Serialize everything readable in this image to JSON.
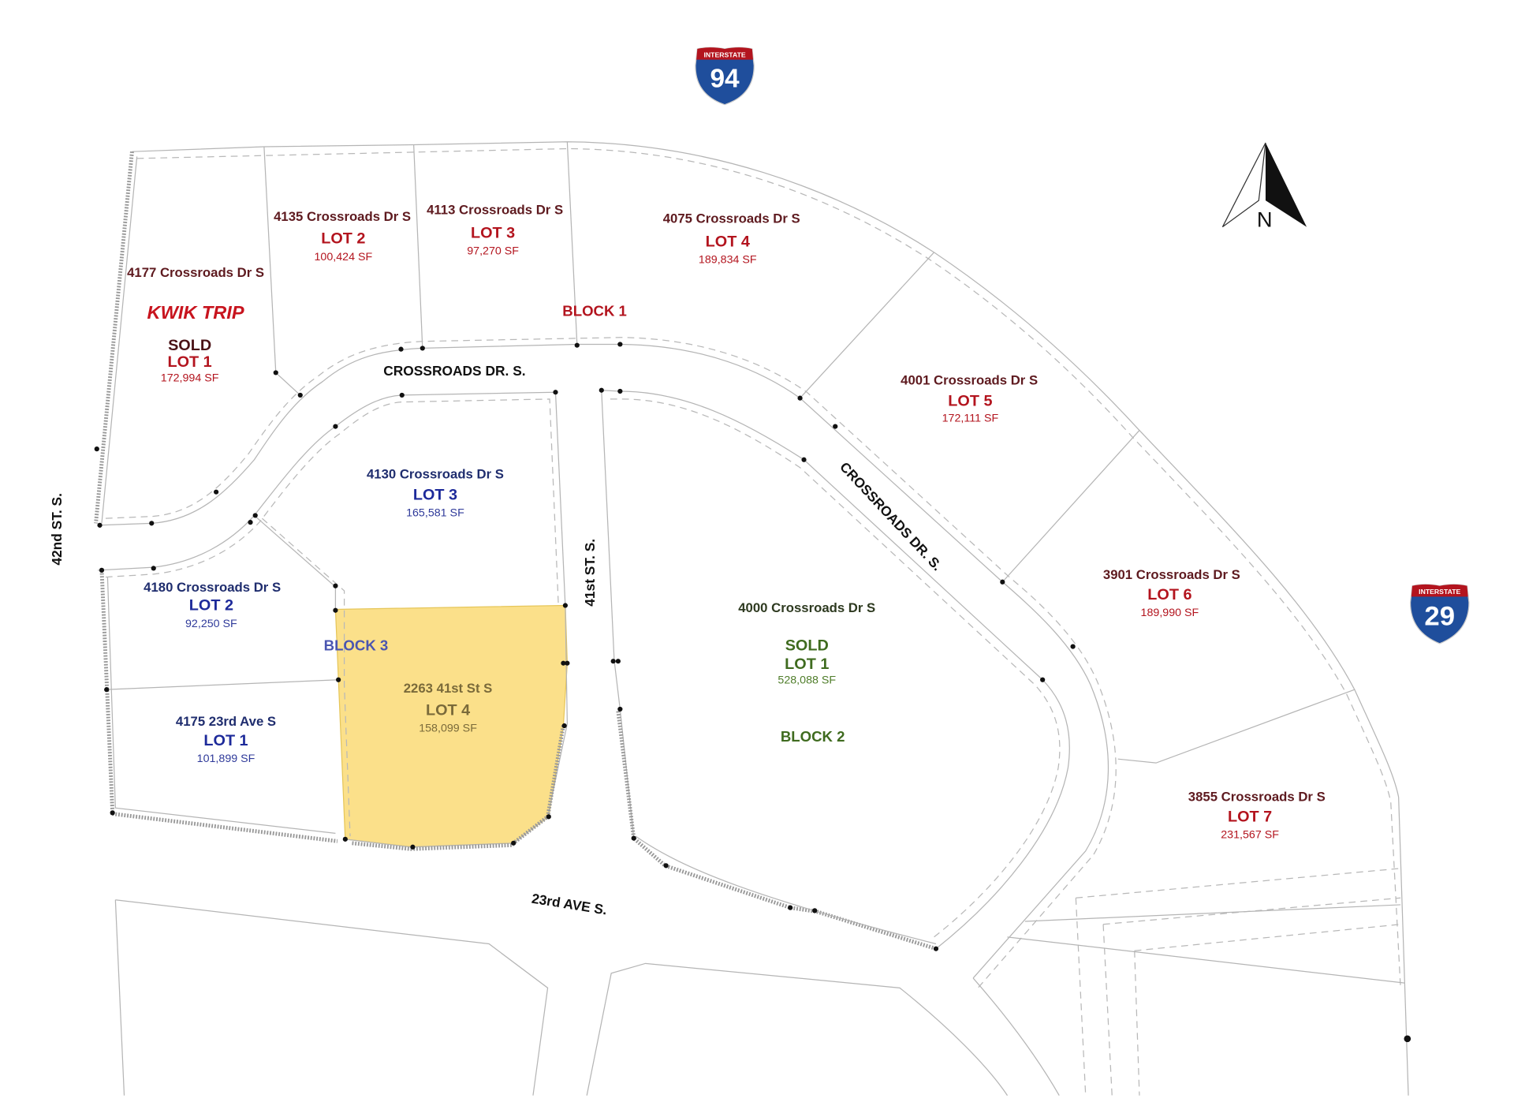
{
  "colors": {
    "block1": "#b3141e",
    "block2": "#3f6b1f",
    "block3": "#1d2a9a",
    "highlight": "#fbe08a",
    "interstate_red": "#b3141e",
    "interstate_blue": "#1f4e9c"
  },
  "shields": {
    "i94": {
      "top": "INTERSTATE",
      "number": "94"
    },
    "i29": {
      "top": "INTERSTATE",
      "number": "29"
    }
  },
  "north_arrow": {
    "label": "N"
  },
  "streets": {
    "crossroads_north": "CROSSROADS DR. S.",
    "crossroads_diag": "CROSSROADS DR. S.",
    "st41": "41st ST. S.",
    "st42": "42nd ST. S.",
    "ave23": "23rd AVE S."
  },
  "blocks": {
    "block1": "BLOCK 1",
    "block2": "BLOCK 2",
    "block3": "BLOCK 3"
  },
  "lots": {
    "b1_lot1": {
      "address": "4177 Crossroads Dr S",
      "brand": "KWIK TRIP",
      "status": "SOLD",
      "lot": "LOT 1",
      "sf": "172,994 SF"
    },
    "b1_lot2": {
      "address": "4135 Crossroads Dr S",
      "lot": "LOT 2",
      "sf": "100,424 SF"
    },
    "b1_lot3": {
      "address": "4113 Crossroads Dr S",
      "lot": "LOT 3",
      "sf": "97,270 SF"
    },
    "b1_lot4": {
      "address": "4075 Crossroads Dr S",
      "lot": "LOT 4",
      "sf": "189,834 SF"
    },
    "b1_lot5": {
      "address": "4001 Crossroads Dr S",
      "lot": "LOT 5",
      "sf": "172,111 SF"
    },
    "b1_lot6": {
      "address": "3901 Crossroads Dr S",
      "lot": "LOT 6",
      "sf": "189,990 SF"
    },
    "b1_lot7": {
      "address": "3855 Crossroads Dr S",
      "lot": "LOT 7",
      "sf": "231,567 SF"
    },
    "b2_lot1": {
      "address": "4000 Crossroads Dr S",
      "status": "SOLD",
      "lot": "LOT 1",
      "sf": "528,088 SF"
    },
    "b3_lot1": {
      "address": "4175 23rd Ave S",
      "lot": "LOT 1",
      "sf": "101,899 SF"
    },
    "b3_lot2": {
      "address": "4180 Crossroads Dr S",
      "lot": "LOT 2",
      "sf": "92,250 SF"
    },
    "b3_lot3": {
      "address": "4130 Crossroads Dr S",
      "lot": "LOT 3",
      "sf": "165,581 SF"
    },
    "b3_lot4": {
      "address": "2263 41st St S",
      "lot": "LOT 4",
      "sf": "158,099 SF"
    }
  }
}
